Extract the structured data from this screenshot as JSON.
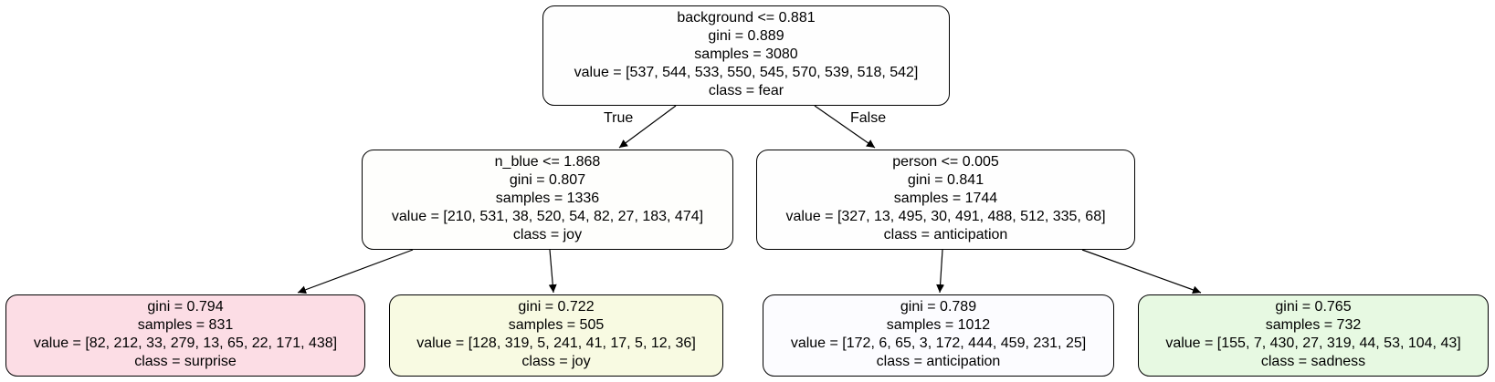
{
  "nodes": {
    "root": {
      "split": "background <= 0.881",
      "gini": "gini = 0.889",
      "samples": "samples = 3080",
      "value": "value = [537, 544, 533, 550, 545, 570, 539, 518, 542]",
      "class": "class = fear",
      "fill": "#fefefe"
    },
    "left": {
      "split": "n_blue <= 1.868",
      "gini": "gini = 0.807",
      "samples": "samples = 1336",
      "value": "value = [210, 531, 38, 520, 54, 82, 27, 183, 474]",
      "class": "class = joy",
      "fill": "#fefefc"
    },
    "right": {
      "split": "person <= 0.005",
      "gini": "gini = 0.841",
      "samples": "samples = 1744",
      "value": "value = [327, 13, 495, 30, 491, 488, 512, 335, 68]",
      "class": "class = anticipation",
      "fill": "#fefefe"
    },
    "leaf1": {
      "gini": "gini = 0.794",
      "samples": "samples = 831",
      "value": "value = [82, 212, 33, 279, 13, 65, 22, 171, 438]",
      "class": "class = surprise",
      "fill": "#fcdde5"
    },
    "leaf2": {
      "gini": "gini = 0.722",
      "samples": "samples = 505",
      "value": "value = [128, 319, 5, 241, 41, 17, 5, 12, 36]",
      "class": "class = joy",
      "fill": "#f8fae2"
    },
    "leaf3": {
      "gini": "gini = 0.789",
      "samples": "samples = 1012",
      "value": "value = [172, 6, 65, 3, 172, 444, 459, 231, 25]",
      "class": "class = anticipation",
      "fill": "#fcfcff"
    },
    "leaf4": {
      "gini": "gini = 0.765",
      "samples": "samples = 732",
      "value": "value = [155, 7, 430, 27, 319, 44, 53, 104, 43]",
      "class": "class = sadness",
      "fill": "#e7f9e2"
    }
  },
  "edge_labels": {
    "true_label": "True",
    "false_label": "False"
  }
}
